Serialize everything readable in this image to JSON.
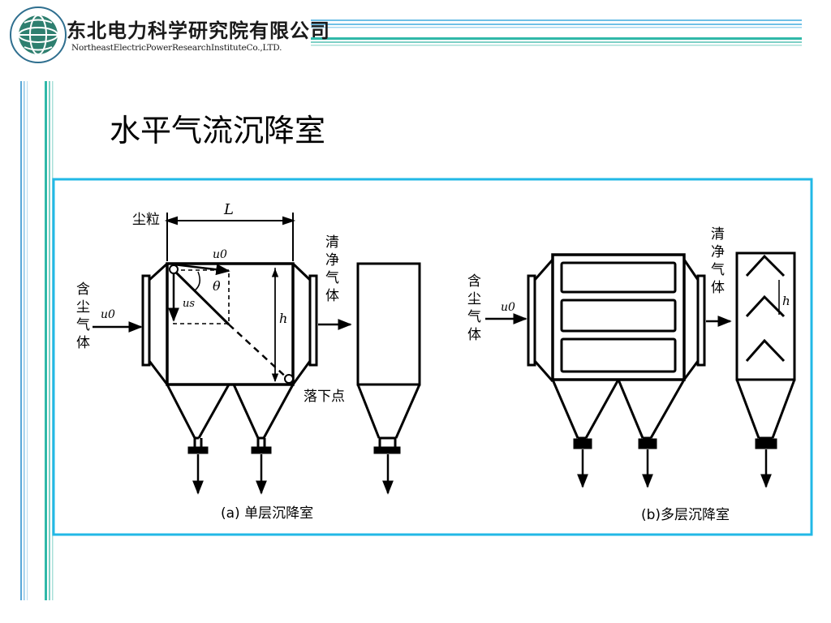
{
  "header": {
    "company_name_cn": "东北电力科学研究院有限公司",
    "company_name_en": "NortheastElectricPowerResearchInstituteCo.,LTD.",
    "logo_icon": "globe-logo-icon"
  },
  "slide": {
    "title": "水平气流沉降室"
  },
  "figure_a": {
    "particle_label": "尘粒",
    "length_label": "L",
    "velocity_label": "u0",
    "angle_label": "θ",
    "settle_velocity_label": "us",
    "height_label": "h",
    "inlet_label": [
      "含",
      "尘",
      "气",
      "体"
    ],
    "inlet_velocity_label": "u0",
    "outlet_label": [
      "清",
      "净",
      "气",
      "体"
    ],
    "landing_point_label": "落下点",
    "caption": "(a) 单层沉降室"
  },
  "figure_b": {
    "inlet_label": [
      "含",
      "尘",
      "气",
      "体"
    ],
    "inlet_velocity_label": "u0",
    "outlet_label": [
      "清",
      "净",
      "气",
      "体"
    ],
    "height_label": "h",
    "caption": "(b)多层沉降室"
  },
  "colors": {
    "frame": "#22b8e6",
    "rail_teal": "#2fb8a8",
    "rail_blue": "#5aa8d8",
    "line": "#000000"
  }
}
